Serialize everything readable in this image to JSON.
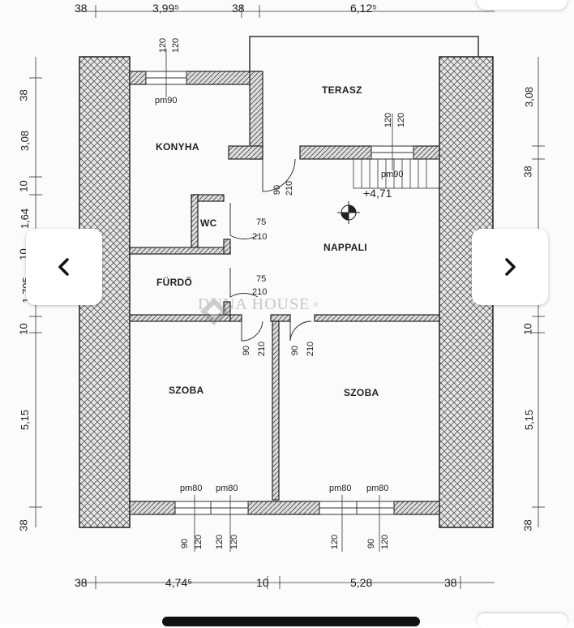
{
  "plan": {
    "rooms": {
      "kitchen": "KONYHA",
      "terrace": "TERASZ",
      "wc": "WC",
      "living": "NAPPALI",
      "bathroom": "FÜRDŐ",
      "room_left": "SZOBA",
      "room_right": "SZOBA"
    },
    "level": "+4,71",
    "top_dims": [
      "38",
      "3,99⁵",
      "38",
      "6,12⁵"
    ],
    "bottom_dims": [
      "38",
      "4,74⁵",
      "10",
      "5,28",
      "38"
    ],
    "left_dims": [
      "38",
      "3,08",
      "10",
      "1,64",
      "10",
      "1,705",
      "10",
      "5,15",
      "38"
    ],
    "right_dims": [
      "3,08",
      "38",
      "10",
      "5,15",
      "38"
    ],
    "windows": {
      "kitchen": "pm90",
      "terrace": "pm90",
      "bottom1": "pm80",
      "bottom2": "pm80",
      "bottom3": "pm80",
      "bottom4": "pm80"
    },
    "window_heights": [
      "120",
      "120"
    ],
    "door_labels": {
      "wc_width": "75",
      "wc_height": "210",
      "bath_width": "75",
      "bath_height": "210",
      "kitchen_width": "90",
      "kitchen_height": "210",
      "room1_width": "90",
      "room1_height": "210",
      "room2_width": "90",
      "room2_height": "210"
    },
    "bottom_window_dims": [
      "90",
      "120",
      "120",
      "120",
      "120",
      "90",
      "120"
    ]
  },
  "watermark": {
    "brand": "DUNA HOUSE",
    "reg": "®"
  },
  "nav": {
    "prev_icon": "chevron-left-icon",
    "next_icon": "chevron-right-icon"
  }
}
